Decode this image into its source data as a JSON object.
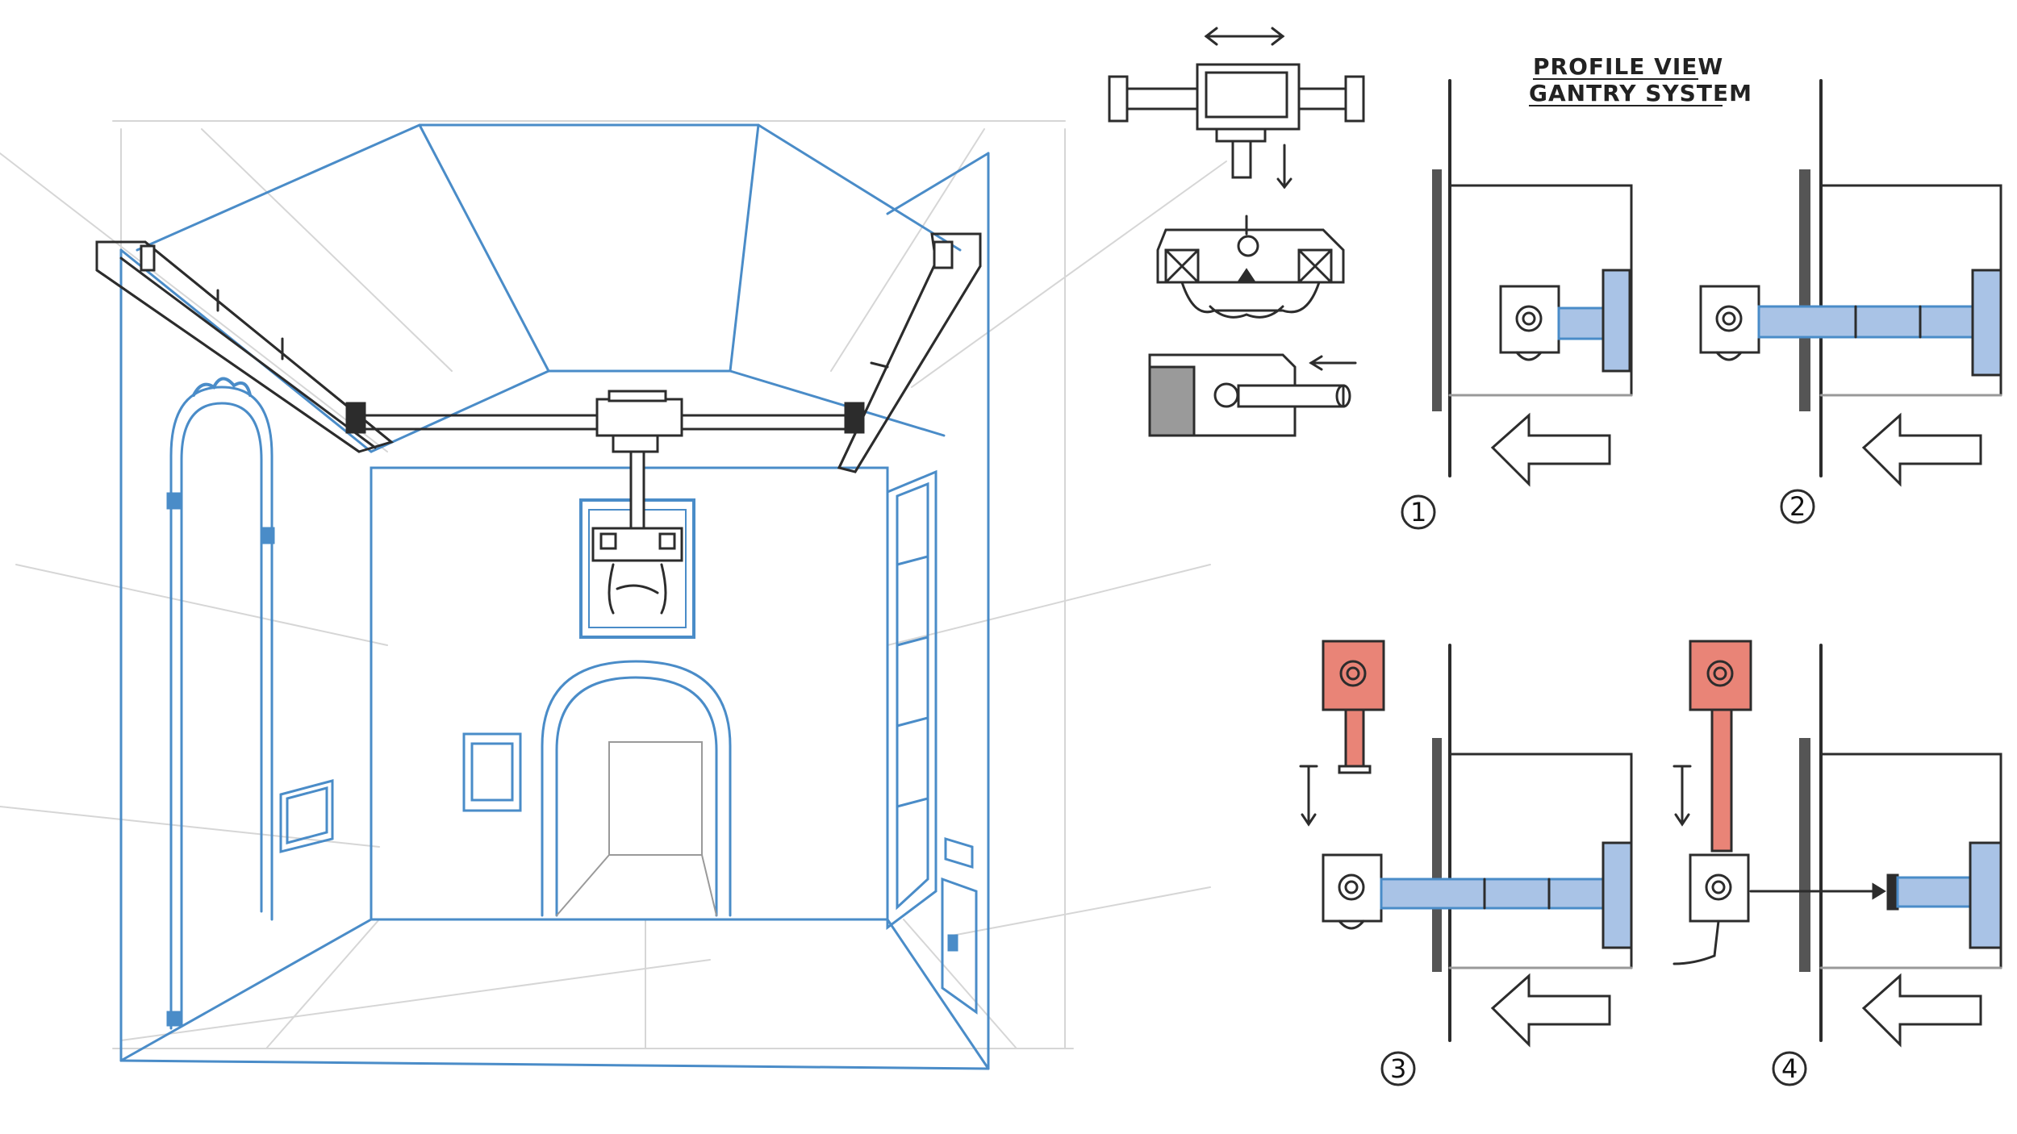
{
  "title": {
    "line1": "PROFILE VIEW",
    "line2": "GANTRY SYSTEM"
  },
  "steps": [
    {
      "label": "1"
    },
    {
      "label": "2"
    },
    {
      "label": "3"
    },
    {
      "label": "4"
    }
  ],
  "colors": {
    "blue_line": "#4a8cc8",
    "blue_fill": "#a9c3e6",
    "red_fill": "#e98477",
    "sketch": "#2c2c2c",
    "guide": "#d8d8d8"
  }
}
